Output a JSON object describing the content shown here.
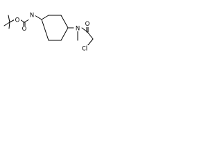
{
  "molecule": {
    "atoms": {
      "carbamate_oxygen_double": "O",
      "carbamate_oxygen_ether": "O",
      "carbamate_nitrogen": "N",
      "amide_nitrogen": "N",
      "amide_oxygen": "O",
      "chlorine": "Cl"
    }
  }
}
